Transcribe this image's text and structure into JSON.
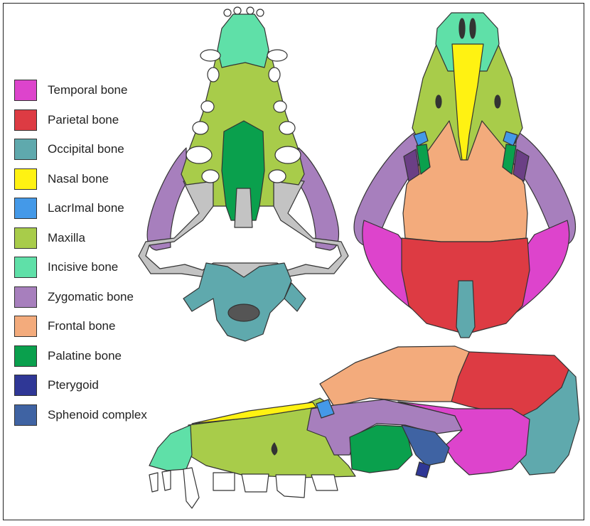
{
  "legend": [
    {
      "label": "Temporal bone",
      "color": "#dd44cc"
    },
    {
      "label": "Parietal bone",
      "color": "#dd3b43"
    },
    {
      "label": "Occipital bone",
      "color": "#5fa9ad"
    },
    {
      "label": "Nasal bone",
      "color": "#fff212"
    },
    {
      "label": "LacrImal bone",
      "color": "#4499e8"
    },
    {
      "label": "Maxilla",
      "color": "#a8cc4a"
    },
    {
      "label": "Incisive bone",
      "color": "#5fe0a8"
    },
    {
      "label": "Zygomatic bone",
      "color": "#a77fbd"
    },
    {
      "label": "Frontal bone",
      "color": "#f3ab7c"
    },
    {
      "label": "Palatine bone",
      "color": "#0aa04d"
    },
    {
      "label": "Pterygoid",
      "color": "#2f3796"
    },
    {
      "label": "Sphenoid complex",
      "color": "#3f63a3"
    }
  ],
  "colors": {
    "unlabeled_bone": "#c3c3c3",
    "tooth": "#ffffff",
    "dark_recess": "#6b3f85"
  }
}
